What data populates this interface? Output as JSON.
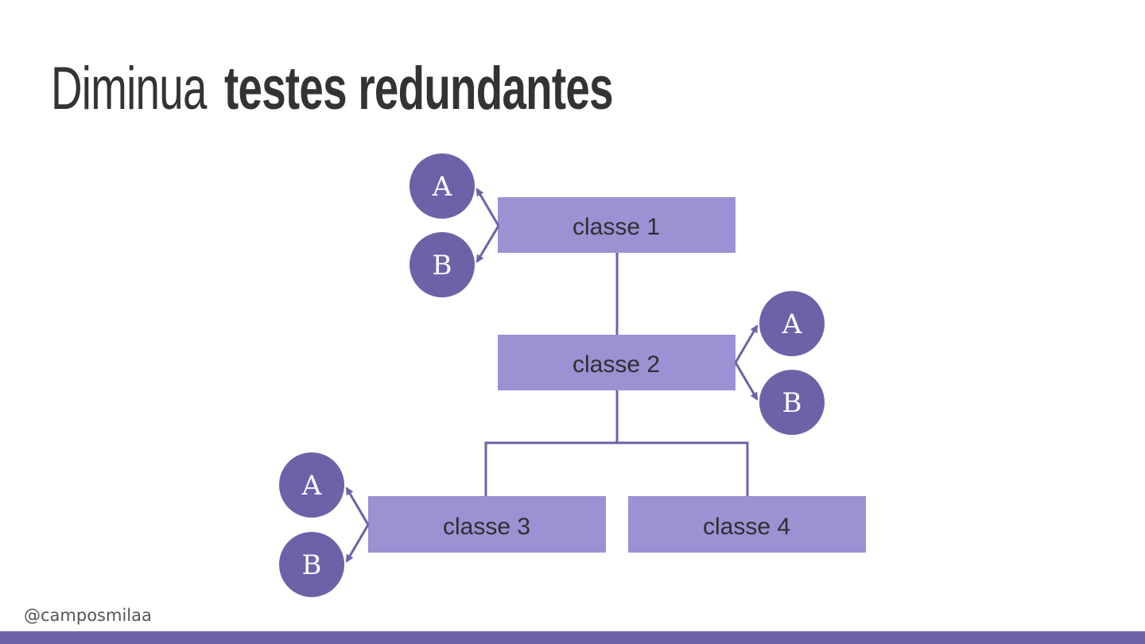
{
  "title": {
    "light": "Diminua",
    "bold": "testes redundantes"
  },
  "diagram": {
    "boxes": [
      "classe 1",
      "classe 2",
      "classe 3",
      "classe 4"
    ],
    "circle_labels": {
      "a": "A",
      "b": "B"
    }
  },
  "footer": {
    "handle": "@camposmilaa"
  },
  "colors": {
    "box_fill": "#9b91d3",
    "circle_fill": "#6c62a8",
    "connector": "#6c62a8",
    "title_text": "#333333",
    "footer_bar": "#6c62a8"
  }
}
